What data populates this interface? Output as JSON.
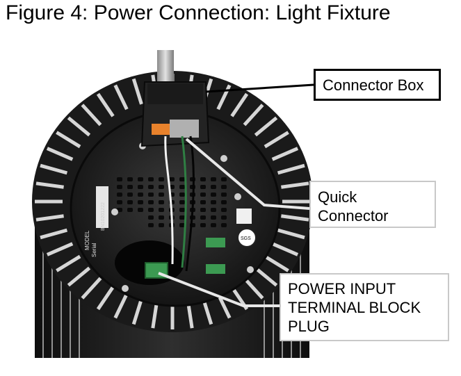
{
  "figure": {
    "title": "Figure 4: Power Connection: Light Fixture"
  },
  "callouts": {
    "connector_box": [
      "Connector Box"
    ],
    "quick_connector": [
      "Quick",
      "Connector"
    ],
    "power_input": [
      "POWER INPUT",
      "TERMINAL BLOCK",
      "PLUG"
    ]
  },
  "photo_labels": {
    "model": "MODEL",
    "serial": "Serial",
    "serial_number": "BN10201222",
    "cert": "SGS"
  },
  "colors": {
    "housing": "#2a2a2a",
    "fin_light": "#cfcfcf",
    "connector_orange": "#e8822c",
    "terminal_green": "#3c9a52"
  }
}
